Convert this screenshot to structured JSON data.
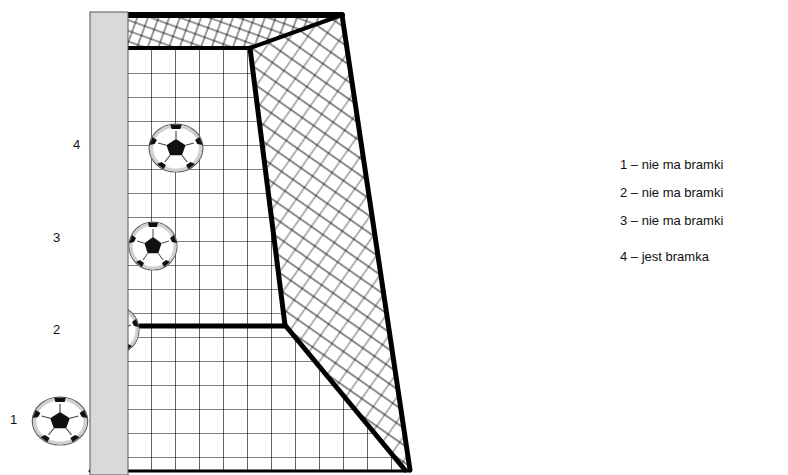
{
  "diagram": {
    "labels": [
      "4",
      "3",
      "2",
      "1",
      "1 – nie ma bramki",
      "2 – nie ma bramki",
      "3 – nie ma bramki",
      "4 – jest bramka"
    ]
  }
}
